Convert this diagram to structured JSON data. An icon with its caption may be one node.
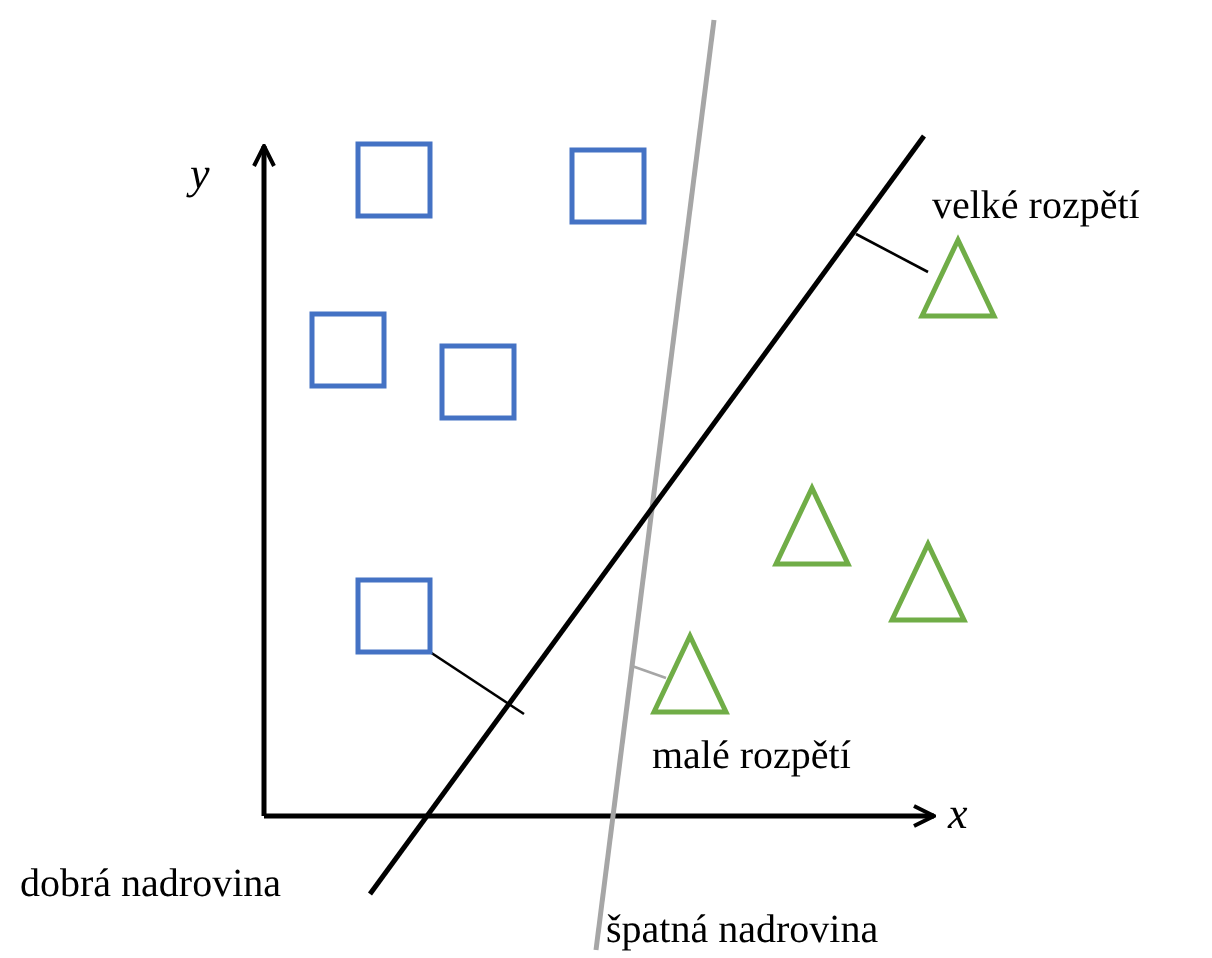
{
  "diagram": {
    "labels": [
      "y",
      "velké rozpětí",
      "malé rozpětí",
      "x",
      "dobrá nadrovina",
      "špatná nadrovina"
    ]
  }
}
